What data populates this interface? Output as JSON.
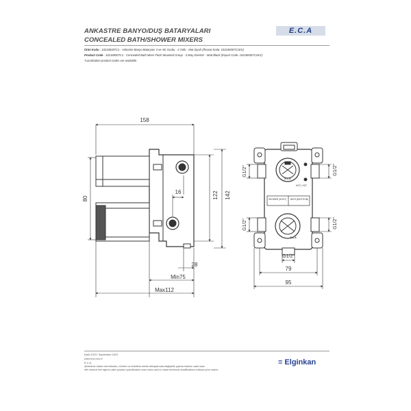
{
  "header": {
    "title_tr": "ANKASTRE BANYO/DUŞ BATARYALARI",
    "title_en": "CONCEALED BATH/SHOWER MIXERS",
    "logo_text": "E.C.A"
  },
  "product": {
    "code_tr_label": "Ürün Kodu",
    "code_tr_value": ": 102188307C1 - Ankastre Banyo Bataryası 3 ve Altı Grubu - 3 Yollu - Mat Siyah (İhracat Kodu: 102188307C1EX)",
    "code_en_label": "Product Code",
    "code_en_value": ": 102188307C1 - Concealed Bath Mixer Flush Mounted Group - 3 Way Diverter - Matt Black (Export Code: 102188307C1EX)",
    "note": "*Localisation product codes are available."
  },
  "drawing": {
    "side_view": {
      "dim_total_width": "158",
      "dim_height_left": "80",
      "dim_16": "16",
      "dim_122": "122",
      "dim_142": "142",
      "dim_28": "28",
      "dim_min": "Min75",
      "dim_max": "Max112"
    },
    "front_view": {
      "g_top_left": "G1/2\"",
      "g_top_right": "G1/2\"",
      "g_bottom_left": "G1/2\"",
      "g_bottom_right": "G1/2\"",
      "g_bottom_center": "G1/2\"",
      "dim_79": "79",
      "dim_95": "95",
      "shower_label": "SHOWER (SHOT)",
      "bath_label": "BATH (BATHTUB)",
      "hot_label": "HOT | HOT",
      "brand_mark_top": "E.C.A",
      "brand_mark_bottom": "E.C.A"
    }
  },
  "footer": {
    "date": "Eylül 2023 / September 2023",
    "website": "www.eca.com.tr",
    "company": "E.C.A.",
    "disclaimer_tr": "Şirketimiz haber vermeksizin, ürünler ve ürünlerin teknik detaylarında değişiklik yapma hakkını saklı tutar.",
    "disclaimer_en": "We reserve the right to alter product specification and colors and to make technical modifications without prior notice.",
    "brand": "Elginkan"
  }
}
